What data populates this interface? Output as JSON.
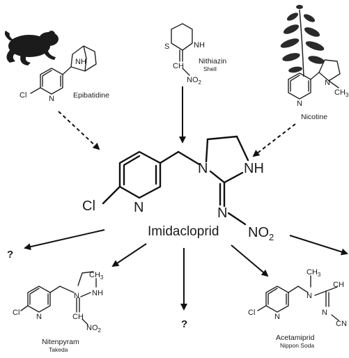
{
  "diagram": {
    "center": {
      "name": "Imidacloprid",
      "atoms": {
        "cl": "Cl",
        "n_py": "N",
        "n1": "N",
        "nh": "NH",
        "n_imine": "N",
        "no2": "NO",
        "no2_sub": "2"
      }
    },
    "epibatidine": {
      "name": "Epibatidine",
      "atoms": {
        "cl": "Cl",
        "n": "N",
        "nh": "NH"
      }
    },
    "nithiazin": {
      "name": "Nithiazin",
      "company": "Shell",
      "atoms": {
        "s": "S",
        "nh": "NH",
        "ch": "CH",
        "no2": "NO",
        "no2_sub": "2"
      }
    },
    "nicotine": {
      "name": "Nicotine",
      "atoms": {
        "n_py": "N",
        "n_pyr": "N",
        "ch3": "CH",
        "ch3_sub": "3"
      }
    },
    "nitenpyram": {
      "name": "Nitenpyram",
      "company": "Takeda",
      "atoms": {
        "cl": "Cl",
        "n": "N",
        "n2": "N",
        "ch3": "CH",
        "ch3_sub": "3",
        "nh": "NH",
        "ch": "CH",
        "no2": "NO",
        "no2_sub": "2"
      }
    },
    "acetamiprid": {
      "name": "Acetamiprid",
      "company": "Nippon Soda",
      "atoms": {
        "cl": "Cl",
        "n": "N",
        "n2": "N",
        "ch3a": "CH",
        "ch3a_sub": "3",
        "ch3b": "CH",
        "n3": "N",
        "cn": "CN"
      }
    },
    "unknowns": {
      "left": "?",
      "bottom": "?"
    }
  },
  "colors": {
    "ink": "#111111",
    "background": "#ffffff"
  }
}
